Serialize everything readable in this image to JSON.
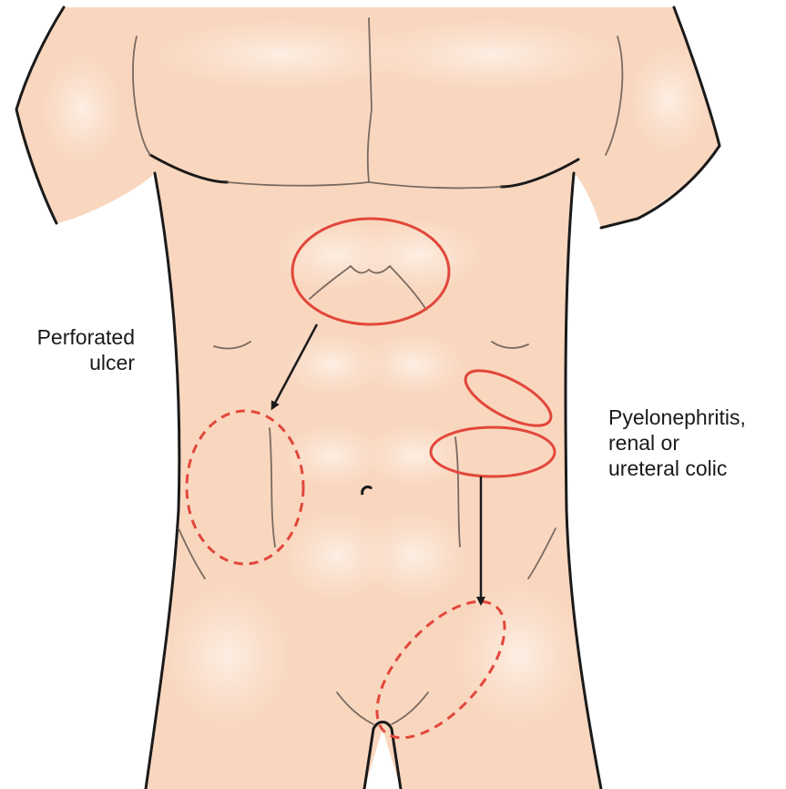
{
  "labels": {
    "perforated_ulcer": [
      "Perforated",
      "ulcer"
    ],
    "pyelonephritis": [
      "Pyelonephritis,",
      "renal or",
      "ureteral colic"
    ]
  },
  "colors": {
    "skin": "#f9d7bf",
    "skin_highlight": "#fce8d9",
    "outline": "#1a1a1a",
    "muscle_line": "#7a6a60",
    "pain_site": "#e2473b",
    "arrow": "#1a1a1a",
    "text": "#1a1a1a"
  },
  "annotations": [
    {
      "id": "perforated-ulcer-origin",
      "style": "solid",
      "region": "epigastric"
    },
    {
      "id": "perforated-ulcer-referral",
      "style": "dashed",
      "region": "right-lower-quadrant"
    },
    {
      "id": "renal-colic-origin-upper",
      "style": "solid",
      "region": "left-flank"
    },
    {
      "id": "renal-colic-origin-lower",
      "style": "solid",
      "region": "left-flank"
    },
    {
      "id": "renal-colic-referral",
      "style": "dashed",
      "region": "left-groin"
    }
  ]
}
